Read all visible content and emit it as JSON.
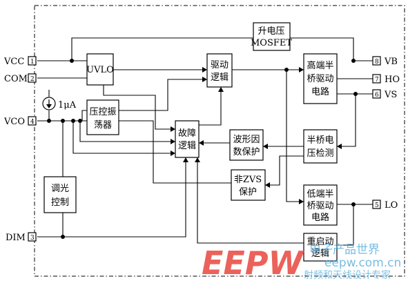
{
  "pins": [
    {
      "label": "VCC",
      "number": "1"
    },
    {
      "label": "COM",
      "number": "2"
    },
    {
      "label": "VCO",
      "number": "4"
    },
    {
      "label": "DIM",
      "number": "3"
    },
    {
      "label": "VB",
      "number": "8"
    },
    {
      "label": "HO",
      "number": "7"
    },
    {
      "label": "VS",
      "number": "6"
    },
    {
      "label": "LO",
      "number": "5"
    }
  ],
  "current_source_label": "1μA",
  "blocks": {
    "boost_mosfet": [
      "升电压",
      "MOSFET"
    ],
    "uvlo": [
      "UVLO"
    ],
    "drive_logic": [
      "驱动",
      "逻辑"
    ],
    "high_side_driver": [
      "高端半",
      "桥驱动",
      "电路"
    ],
    "vco": [
      "压控振",
      "荡器"
    ],
    "fault_logic": [
      "故障",
      "逻辑"
    ],
    "waveform_protection": [
      "波形因",
      "数保护"
    ],
    "half_bridge_detect": [
      "半桥电",
      "压检测"
    ],
    "dimming_control": [
      "调光",
      "控制"
    ],
    "non_zvs_protection": [
      "非ZVS",
      "保护"
    ],
    "low_side_driver": [
      "低端半",
      "桥驱动",
      "电路"
    ],
    "restart_logic": [
      "重启动",
      "逻辑"
    ]
  },
  "watermark": {
    "brand": "EEPW",
    "site_cn": "电子产品世界",
    "url": "eepw.com.cn",
    "tagline": "射频和天线设计专家"
  }
}
